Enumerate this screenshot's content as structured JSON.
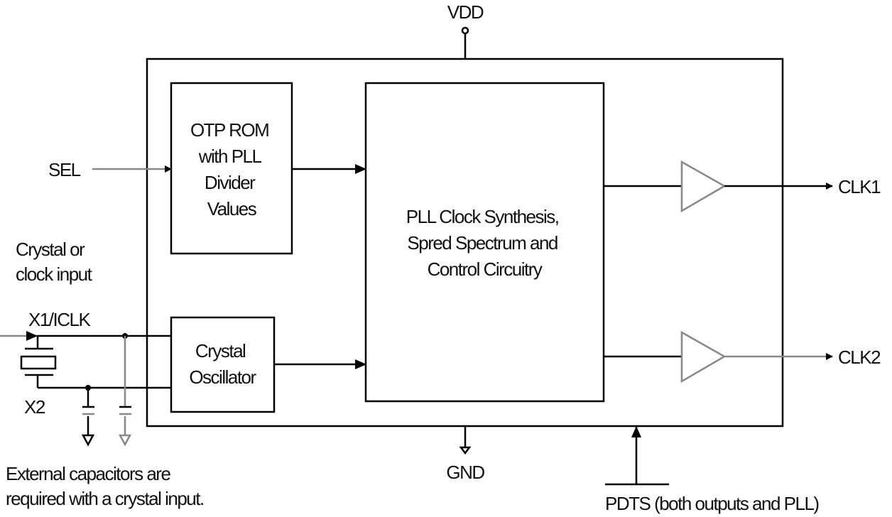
{
  "pins": {
    "vdd": "VDD",
    "gnd": "GND",
    "sel": "SEL",
    "x1": "X1/ICLK",
    "x2": "X2",
    "clk1": "CLK1",
    "clk2": "CLK2",
    "pdts": "PDTS (both outputs and PLL)"
  },
  "blocks": {
    "otp": [
      "OTP ROM",
      "with PLL",
      "Divider",
      "Values"
    ],
    "pll": [
      "PLL Clock Synthesis,",
      "Spred Spectrum and",
      "Control Circuitry"
    ],
    "osc": [
      "Crystal",
      "Oscillator"
    ]
  },
  "notes": {
    "input": [
      "Crystal or",
      "clock input"
    ],
    "caps": [
      "External capacitors are",
      "required with a crystal input."
    ]
  }
}
